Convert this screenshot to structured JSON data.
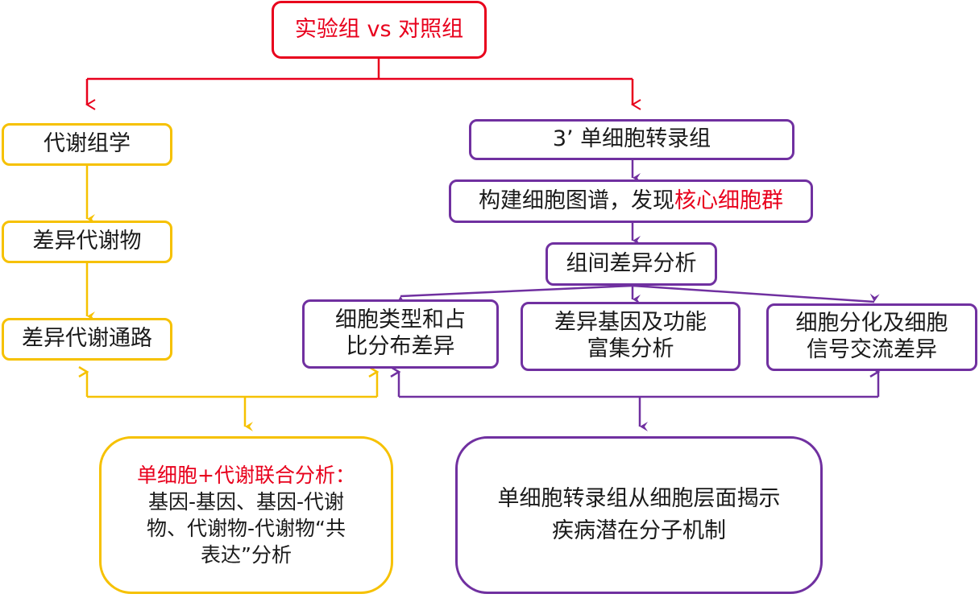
{
  "colors": {
    "red": "#e8001c",
    "yellow": "#f6c100",
    "purple": "#7030a0"
  },
  "top": {
    "label": "实验组 vs 对照组"
  },
  "left": {
    "metabolomics": "代谢组学",
    "diff_metabolites": "差异代谢物",
    "diff_pathways": "差异代谢通路"
  },
  "right": {
    "sc_transcriptome": "3’ 单细胞转录组",
    "atlas_prefix": "构建细胞图谱，发现",
    "atlas_highlight": "核心细胞群",
    "between_group": "组间差异分析",
    "celltype_line1": "细胞类型和占",
    "celltype_line2": "比分布差异",
    "deg_line1": "差异基因及功能",
    "deg_line2": "富集分析",
    "diff_line1": "细胞分化及细胞",
    "diff_line2": "信号交流差异"
  },
  "bottom_left": {
    "title": "单细胞+代谢联合分析：",
    "line1": "基因-基因、基因-代谢",
    "line2": "物、代谢物-代谢物“共",
    "line3": "表达”分析"
  },
  "bottom_right": {
    "line1": "单细胞转录组从细胞层面揭示",
    "line2": "疾病潜在分子机制"
  }
}
